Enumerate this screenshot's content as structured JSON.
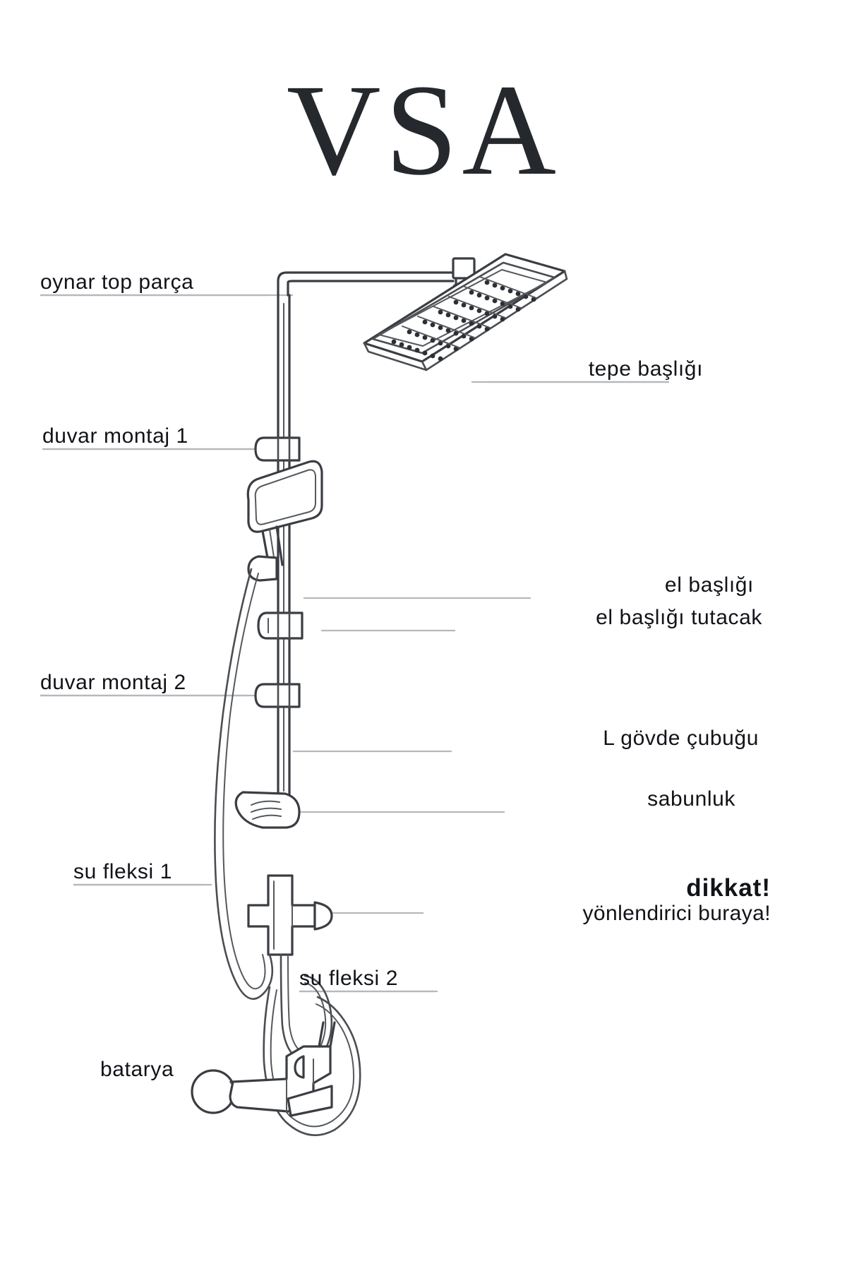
{
  "brand": {
    "title": "VSA"
  },
  "diagram": {
    "subject": "shower-column-parts-diagram",
    "language": "tr",
    "line_color": "#3a3d42",
    "leader_color": "#b5b8bc",
    "background": "#ffffff",
    "text_color": "#111318"
  },
  "callouts": [
    {
      "id": "oynar-top-parca",
      "label": "oynar top parça",
      "side": "left"
    },
    {
      "id": "tepe-basligi",
      "label": "tepe başlığı",
      "side": "right"
    },
    {
      "id": "duvar-montaj-1",
      "label": "duvar montaj 1",
      "side": "left"
    },
    {
      "id": "el-basligi",
      "label": "el başlığı",
      "side": "right"
    },
    {
      "id": "el-basligi-tutacak",
      "label": "el başlığı tutacak",
      "side": "right"
    },
    {
      "id": "duvar-montaj-2",
      "label": "duvar montaj 2",
      "side": "left"
    },
    {
      "id": "l-govde-cubugu",
      "label": "L gövde çubuğu",
      "side": "right"
    },
    {
      "id": "sabunluk",
      "label": "sabunluk",
      "side": "right"
    },
    {
      "id": "su-fleksi-1",
      "label": "su fleksi 1",
      "side": "left"
    },
    {
      "id": "su-fleksi-2",
      "label": "su fleksi 2",
      "side": "left"
    },
    {
      "id": "batarya",
      "label": "batarya",
      "side": "left"
    }
  ],
  "warning": {
    "line1": "dikkat!",
    "line2": "yönlendirici buraya!"
  }
}
